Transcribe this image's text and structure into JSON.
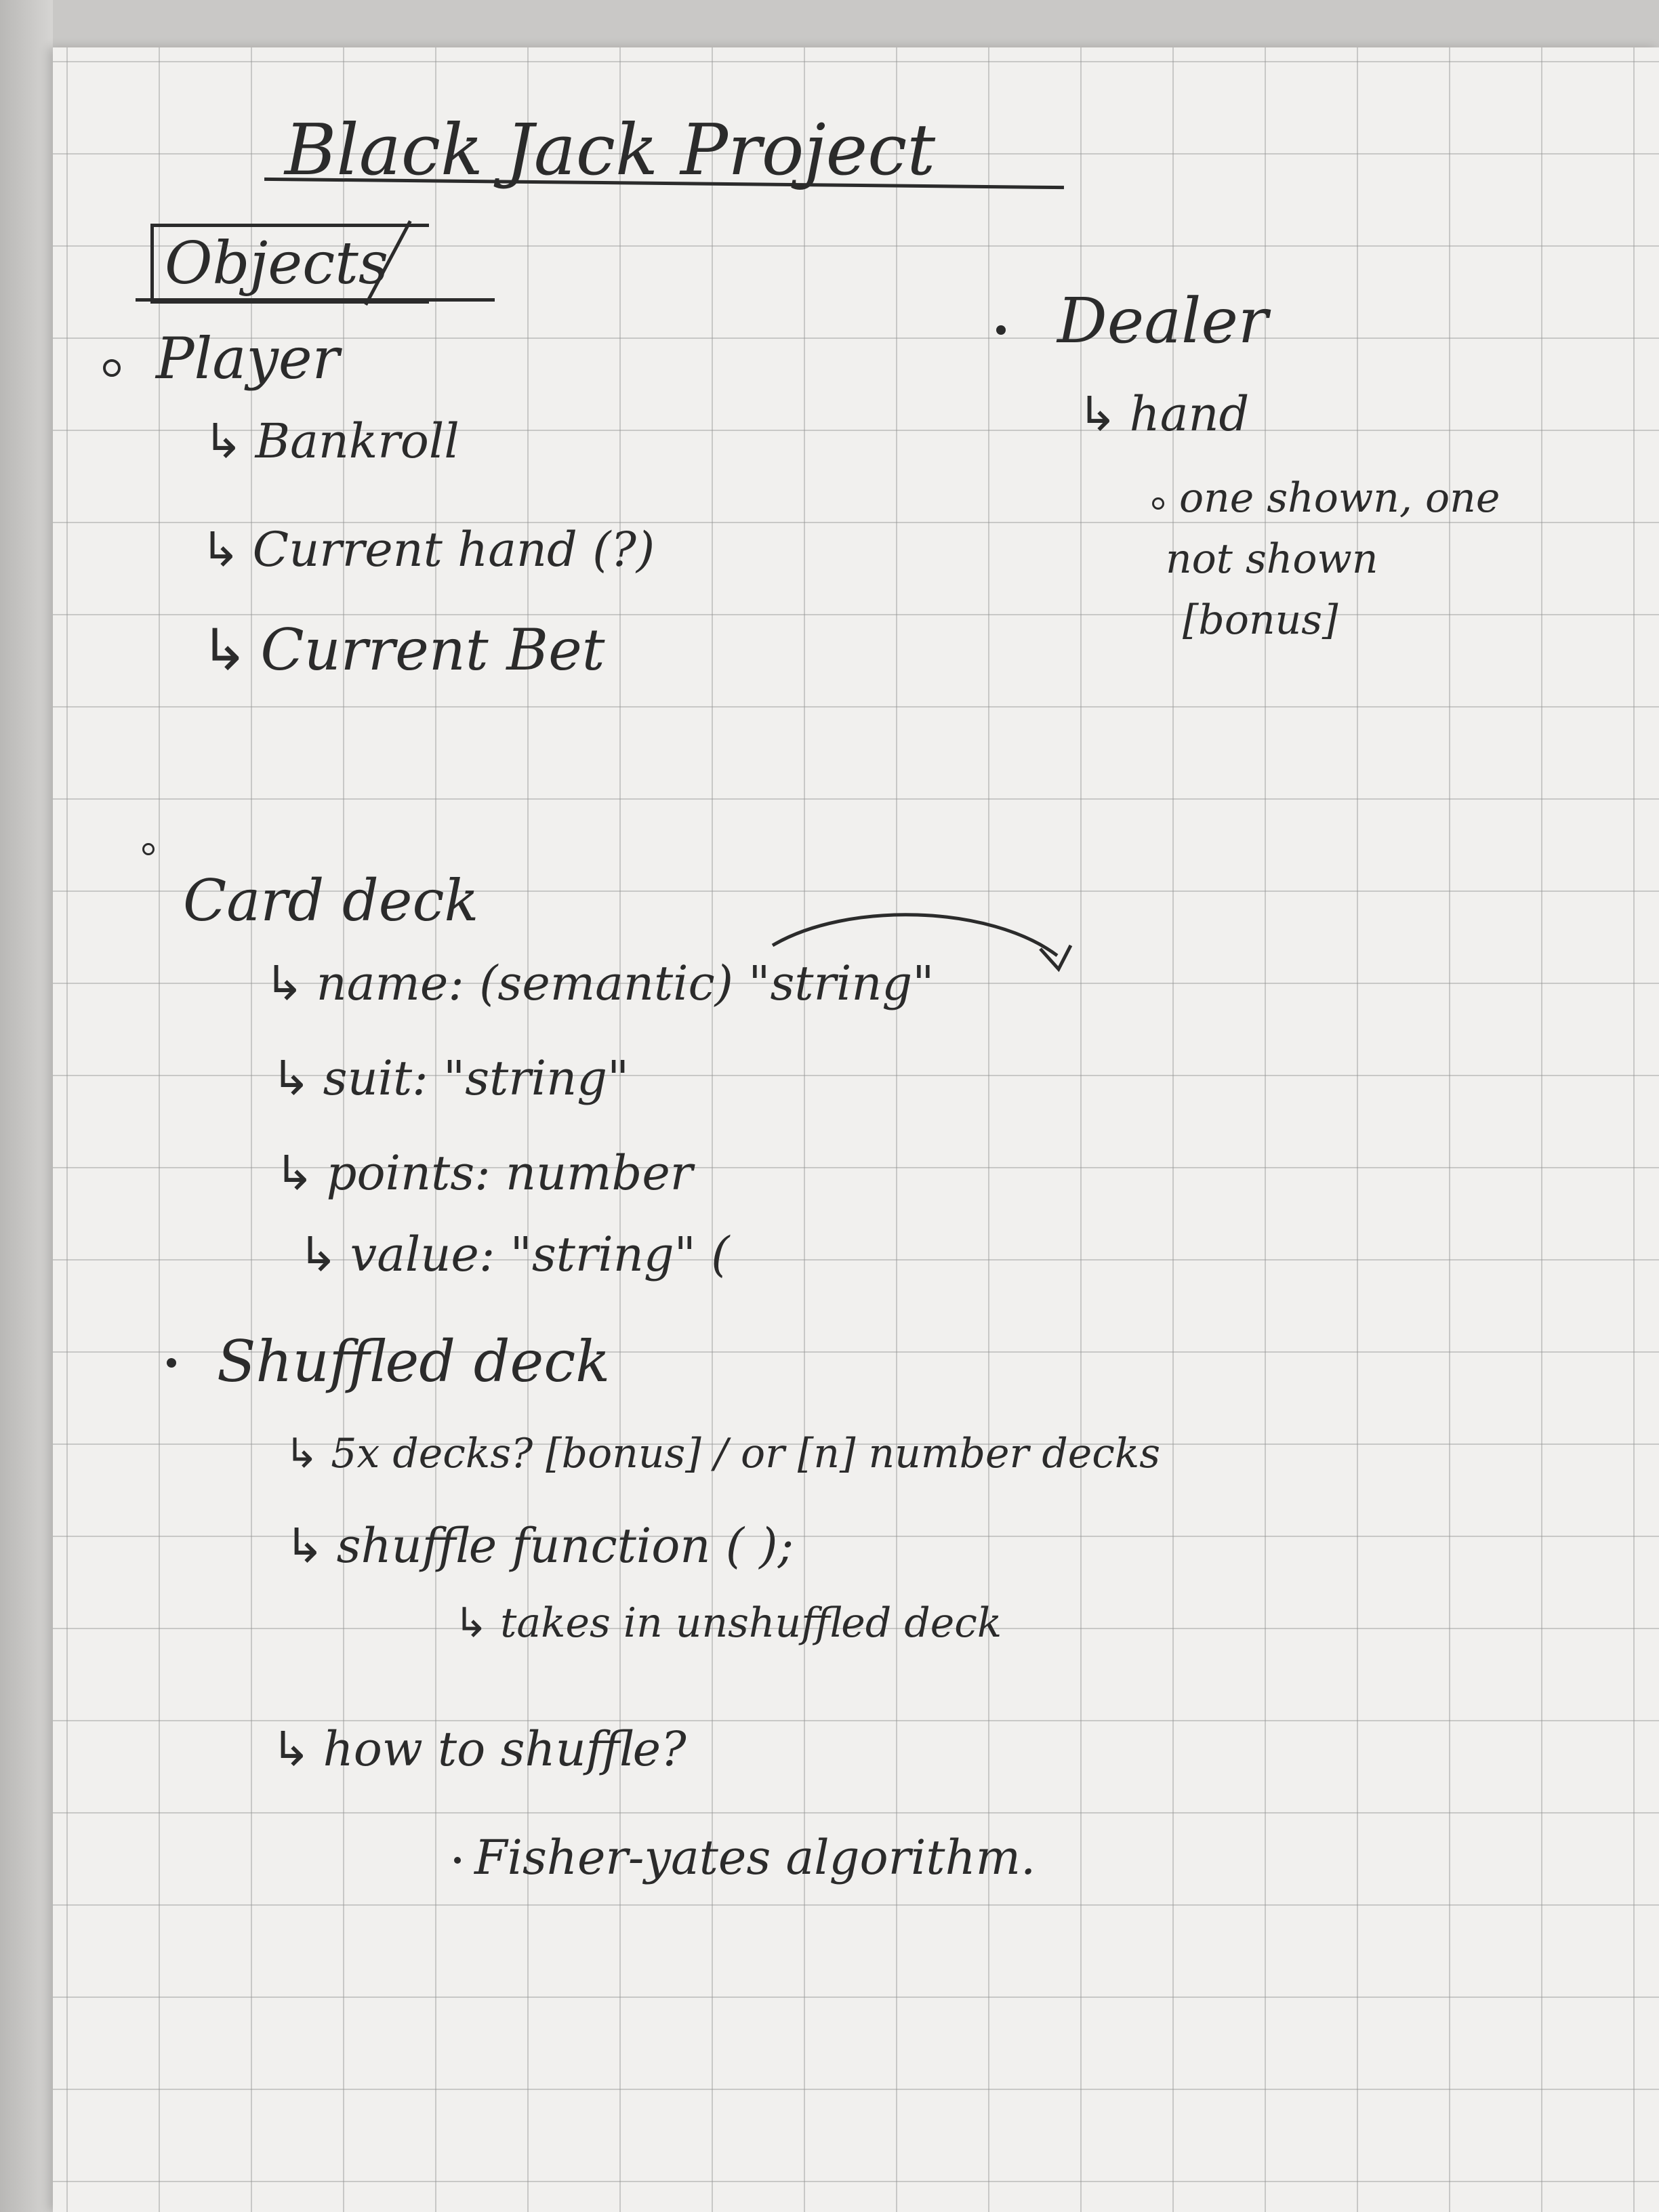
{
  "title": "Black Jack Project",
  "heading": "Objects",
  "arrow": "↳",
  "player": {
    "label": "Player",
    "items": [
      "Bankroll",
      "Current hand (?)",
      "Current Bet"
    ]
  },
  "dealer": {
    "label": "Dealer",
    "item": "hand",
    "notes": [
      "one shown, one",
      "not shown",
      "[bonus]"
    ]
  },
  "card_deck": {
    "label": "Card deck",
    "fields": [
      "name: (semantic) \"string\"",
      "suit: \"string\"",
      "points: number",
      "value: \"string\" ("
    ]
  },
  "shuffled_deck": {
    "label": "Shuffled deck",
    "items": [
      "5x decks? [bonus] / or [n] number decks",
      "shuffle function ( );"
    ],
    "sub": "takes in unshuffled deck",
    "how": "how to shuffle?",
    "algorithm": "Fisher-yates algorithm."
  }
}
